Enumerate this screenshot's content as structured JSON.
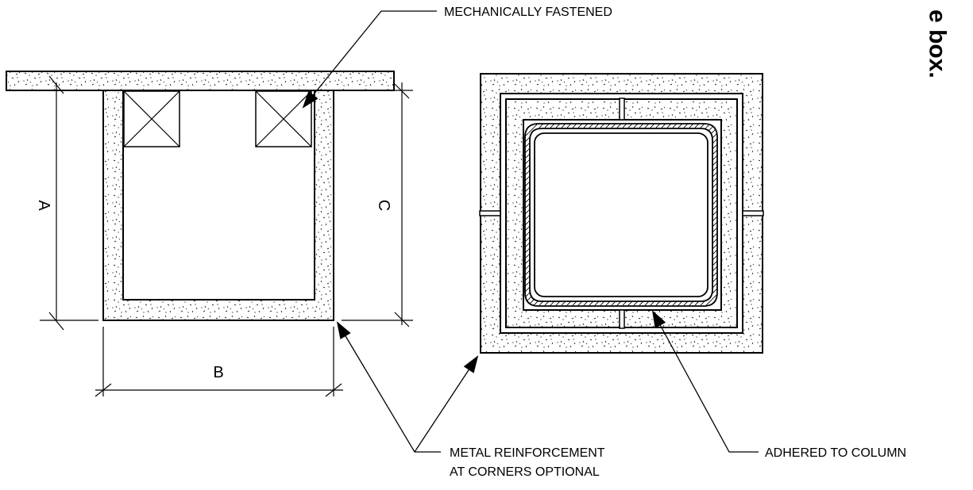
{
  "labels": {
    "mechanically_fastened": "MECHANICALLY FASTENED",
    "metal_reinforcement_line1": "METAL REINFORCEMENT",
    "metal_reinforcement_line2": "AT CORNERS OPTIONAL",
    "adhered_to_column": "ADHERED TO COLUMN"
  },
  "dimensions": {
    "a": "A",
    "b": "B",
    "c": "C"
  },
  "side_text": "e box."
}
